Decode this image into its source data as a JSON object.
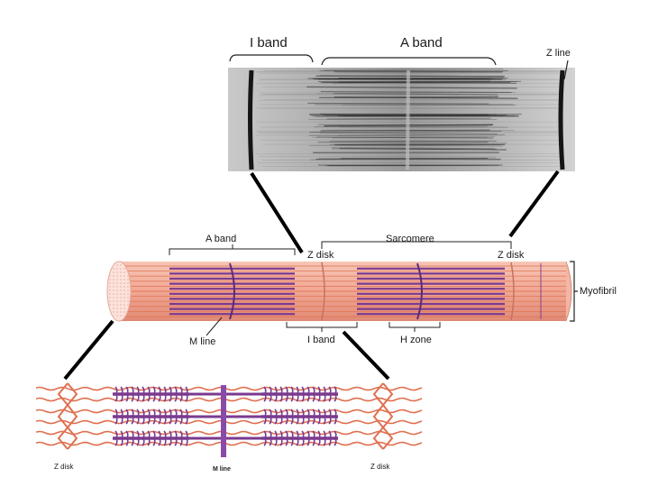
{
  "micrograph": {
    "i_band": "I band",
    "a_band": "A band",
    "z_line": "Z line"
  },
  "myofibril": {
    "a_band": "A band",
    "sarcomere": "Sarcomere",
    "z_disk_left": "Z disk",
    "z_disk_right": "Z disk",
    "myofibril": "Myofibril",
    "m_line": "M line",
    "i_band": "I band",
    "h_zone": "H zone"
  },
  "filaments": {
    "z_disk_left": "Z disk",
    "m_line": "M line",
    "z_disk_right": "Z disk"
  },
  "colors": {
    "thick_filament": "#7a3a8f",
    "thin_filament": "#e07050",
    "cylinder_body": "#f0a890",
    "m_line": "#8a4aa8"
  }
}
